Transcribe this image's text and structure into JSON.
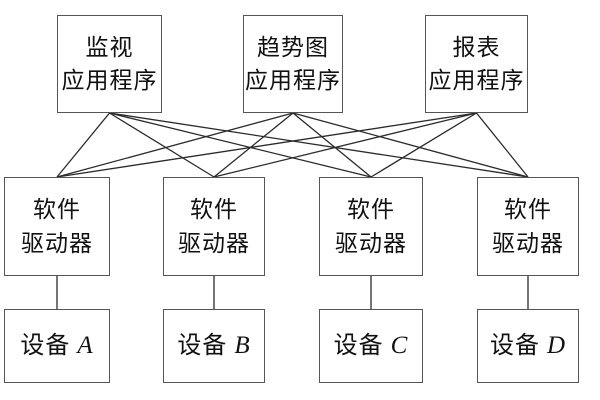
{
  "diagram": {
    "background_color": "#ffffff",
    "edge_color": "#2b2b2b",
    "border_color": "#555555",
    "text_color": "#111111",
    "nodes": {
      "app_monitor": {
        "line1": "监视",
        "line2": "应用程序"
      },
      "app_trend": {
        "line1": "趋势图",
        "line2": "应用程序"
      },
      "app_report": {
        "line1": "报表",
        "line2": "应用程序"
      },
      "driver1": {
        "line1": "软件",
        "line2": "驱动器"
      },
      "driver2": {
        "line1": "软件",
        "line2": "驱动器"
      },
      "driver3": {
        "line1": "软件",
        "line2": "驱动器"
      },
      "driver4": {
        "line1": "软件",
        "line2": "驱动器"
      },
      "device_a": {
        "prefix": "设备",
        "letter": "A"
      },
      "device_b": {
        "prefix": "设备",
        "letter": "B"
      },
      "device_c": {
        "prefix": "设备",
        "letter": "C"
      },
      "device_d": {
        "prefix": "设备",
        "letter": "D"
      }
    },
    "edges": [
      [
        "app_monitor",
        "driver1"
      ],
      [
        "app_monitor",
        "driver2"
      ],
      [
        "app_monitor",
        "driver3"
      ],
      [
        "app_monitor",
        "driver4"
      ],
      [
        "app_trend",
        "driver1"
      ],
      [
        "app_trend",
        "driver2"
      ],
      [
        "app_trend",
        "driver3"
      ],
      [
        "app_trend",
        "driver4"
      ],
      [
        "app_report",
        "driver1"
      ],
      [
        "app_report",
        "driver2"
      ],
      [
        "app_report",
        "driver3"
      ],
      [
        "app_report",
        "driver4"
      ],
      [
        "driver1",
        "device_a"
      ],
      [
        "driver2",
        "device_b"
      ],
      [
        "driver3",
        "device_c"
      ],
      [
        "driver4",
        "device_d"
      ]
    ]
  }
}
